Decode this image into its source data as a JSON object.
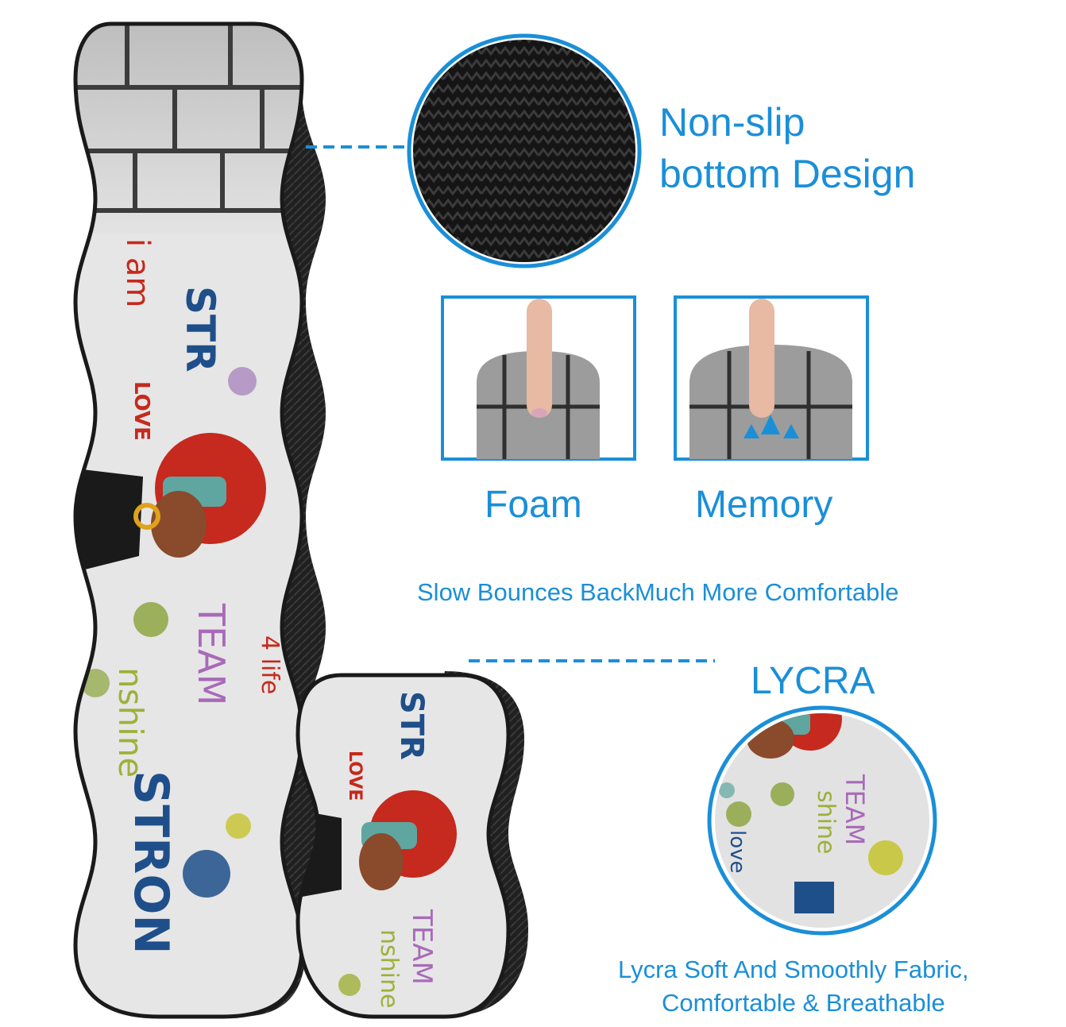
{
  "nonslip": {
    "line1": "Non-slip",
    "line2": "bottom Design"
  },
  "memory_foam": {
    "word1": "Foam",
    "word2": "Memory",
    "caption": "Slow Bounces BackMuch More Comfortable"
  },
  "lycra": {
    "title": "LYCRA",
    "caption_line1": "Lycra Soft And Smoothly Fabric,",
    "caption_line2": "Comfortable & Breathable"
  },
  "graffiti": {
    "long_pad_words": [
      "STR",
      "i am",
      "LOVE",
      "TEAM",
      "nshine",
      "STRON",
      "4 life"
    ],
    "small_pad_words": [
      "STR",
      "LOVE",
      "TEAM",
      "nshine"
    ],
    "zoom_words": [
      "TEAM",
      "shine",
      "love"
    ]
  },
  "colors": {
    "accent": "#1a8fd8",
    "pad_black": "#1f1f1f",
    "brick_gray": "#9a9a9a"
  }
}
